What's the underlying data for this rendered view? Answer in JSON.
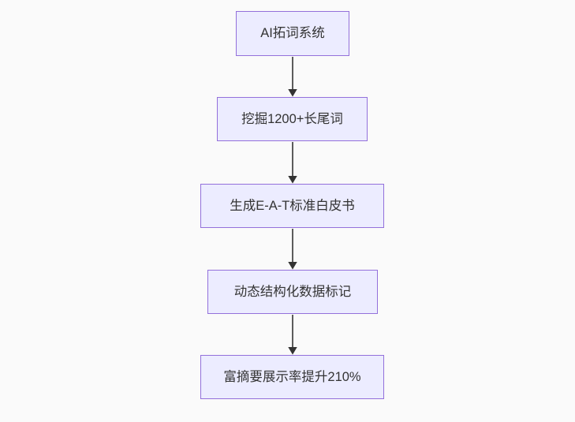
{
  "theme": {
    "background": "#fafafa",
    "node_fill": "#ECECFF",
    "node_border": "#9370DB",
    "text_color": "#333333",
    "arrow_color": "#333333"
  },
  "flowchart": {
    "type": "flowchart",
    "direction": "top-down",
    "nodes": [
      {
        "id": "step-1",
        "label": "AI拓词系统"
      },
      {
        "id": "step-2",
        "label": "挖掘1200+长尾词"
      },
      {
        "id": "step-3",
        "label": "生成E-A-T标准白皮书"
      },
      {
        "id": "step-4",
        "label": "动态结构化数据标记"
      },
      {
        "id": "step-5",
        "label": "富摘要展示率提升210%"
      }
    ],
    "edges": [
      {
        "from": "step-1",
        "to": "step-2"
      },
      {
        "from": "step-2",
        "to": "step-3"
      },
      {
        "from": "step-3",
        "to": "step-4"
      },
      {
        "from": "step-4",
        "to": "step-5"
      }
    ]
  }
}
